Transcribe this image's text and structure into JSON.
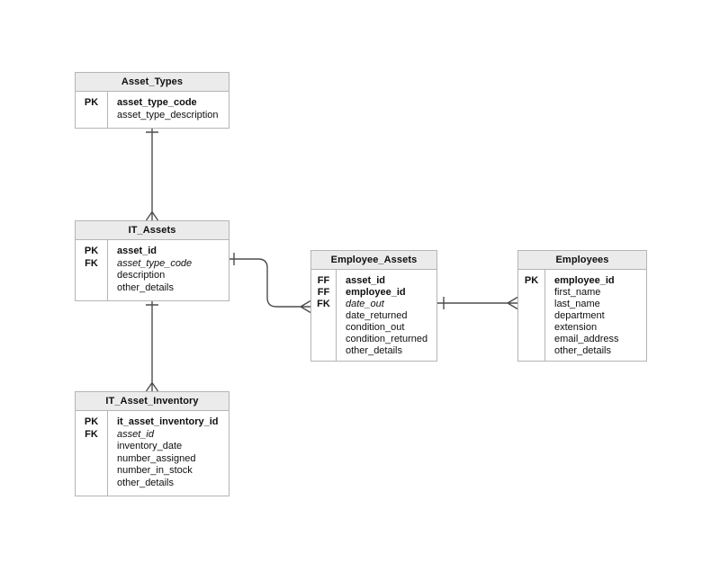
{
  "style": {
    "background": "#ffffff",
    "header_bg": "#ebebeb",
    "border_color": "#b5b5b5",
    "connector_color": "#4d4d4d",
    "text_color": "#0f0f0f"
  },
  "entities": [
    {
      "name": "Asset_Types",
      "rows": [
        {
          "key": "PK",
          "field": "asset_type_code"
        },
        {
          "key": "",
          "field": "asset_type_description"
        }
      ]
    },
    {
      "name": "IT_Assets",
      "rows": [
        {
          "key": "PK",
          "field": "asset_id"
        },
        {
          "key": "FK",
          "field": "asset_type_code"
        },
        {
          "key": "",
          "field": "description"
        },
        {
          "key": "",
          "field": "other_details"
        }
      ]
    },
    {
      "name": "Employee_Assets",
      "rows": [
        {
          "key": "FF",
          "field": "asset_id"
        },
        {
          "key": "FF",
          "field": "employee_id"
        },
        {
          "key": "FK",
          "field": "date_out"
        },
        {
          "key": "",
          "field": "date_returned"
        },
        {
          "key": "",
          "field": "condition_out"
        },
        {
          "key": "",
          "field": "condition_returned"
        },
        {
          "key": "",
          "field": "other_details"
        }
      ]
    },
    {
      "name": "Employees",
      "rows": [
        {
          "key": "PK",
          "field": "employee_id"
        },
        {
          "key": "",
          "field": "first_name"
        },
        {
          "key": "",
          "field": "last_name"
        },
        {
          "key": "",
          "field": "department"
        },
        {
          "key": "",
          "field": "extension"
        },
        {
          "key": "",
          "field": "email_address"
        },
        {
          "key": "",
          "field": "other_details"
        }
      ]
    },
    {
      "name": "IT_Asset_Inventory",
      "rows": [
        {
          "key": "PK",
          "field": "it_asset_inventory_id"
        },
        {
          "key": "FK",
          "field": "asset_id"
        },
        {
          "key": "",
          "field": "inventory_date"
        },
        {
          "key": "",
          "field": "number_assigned"
        },
        {
          "key": "",
          "field": "number_in_stock"
        },
        {
          "key": "",
          "field": "other_details"
        }
      ]
    }
  ],
  "connectors": [
    {
      "from": "Asset_Types",
      "to": "IT_Assets",
      "from_end": "one",
      "to_end": "many"
    },
    {
      "from": "IT_Assets",
      "to": "IT_Asset_Inventory",
      "from_end": "one",
      "to_end": "many"
    },
    {
      "from": "IT_Assets",
      "to": "Employee_Assets",
      "from_end": "one",
      "to_end": "many"
    },
    {
      "from": "Employee_Assets",
      "to": "Employees",
      "from_end": "one",
      "to_end": "many"
    }
  ]
}
